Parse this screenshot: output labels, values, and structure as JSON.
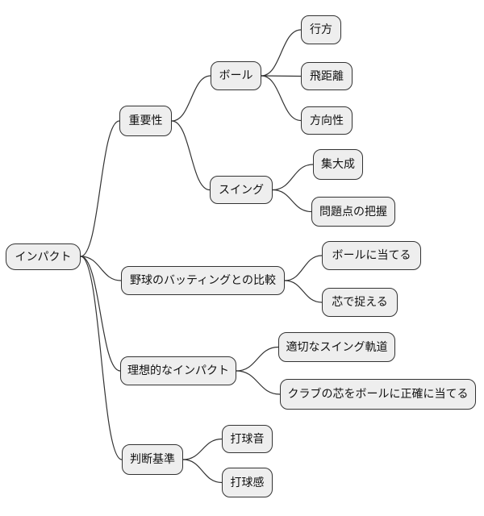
{
  "mindmap": {
    "title": "golf-impact-mindmap",
    "colors": {
      "background": "#ffffff",
      "node_fill": "#eeeeee",
      "node_border": "#333333",
      "edge": "#333333",
      "text": "#111111"
    },
    "root": {
      "label": "インパクト"
    },
    "branches": [
      {
        "label": "重要性",
        "children": [
          {
            "label": "ボール",
            "children": [
              {
                "label": "行方"
              },
              {
                "label": "飛距離"
              },
              {
                "label": "方向性"
              }
            ]
          },
          {
            "label": "スイング",
            "children": [
              {
                "label": "集大成"
              },
              {
                "label": "問題点の把握"
              }
            ]
          }
        ]
      },
      {
        "label": "野球のバッティングとの比較",
        "children": [
          {
            "label": "ボールに当てる"
          },
          {
            "label": "芯で捉える"
          }
        ]
      },
      {
        "label": "理想的なインパクト",
        "children": [
          {
            "label": "適切なスイング軌道"
          },
          {
            "label": "クラブの芯をボールに正確に当てる"
          }
        ]
      },
      {
        "label": "判断基準",
        "children": [
          {
            "label": "打球音"
          },
          {
            "label": "打球感"
          }
        ]
      }
    ]
  }
}
